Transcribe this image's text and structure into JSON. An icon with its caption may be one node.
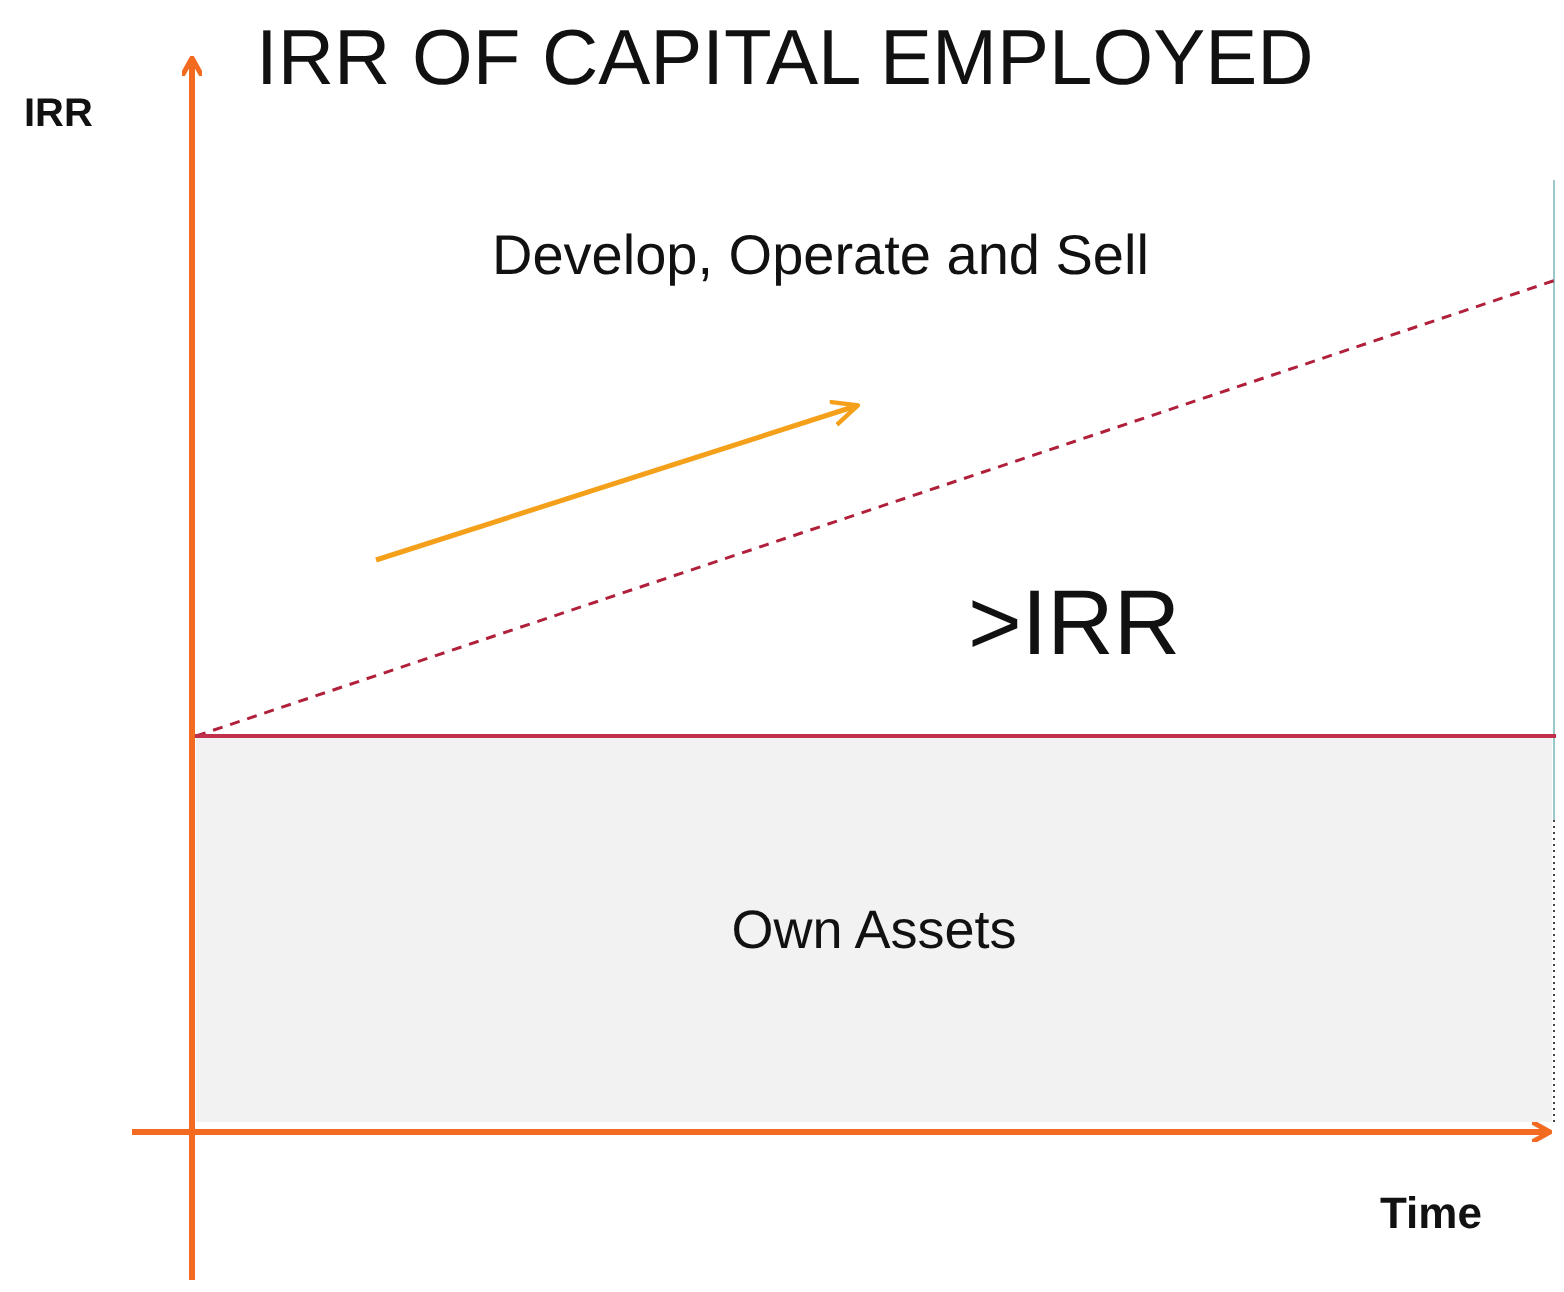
{
  "diagram": {
    "title": "IRR OF CAPITAL EMPLOYED",
    "nodes": [
      {
        "text": [
          "Own Assets"
        ]
      }
    ],
    "labels": [
      "IRR",
      "Develop, Operate and Sell",
      ">IRR",
      "Time"
    ]
  }
}
